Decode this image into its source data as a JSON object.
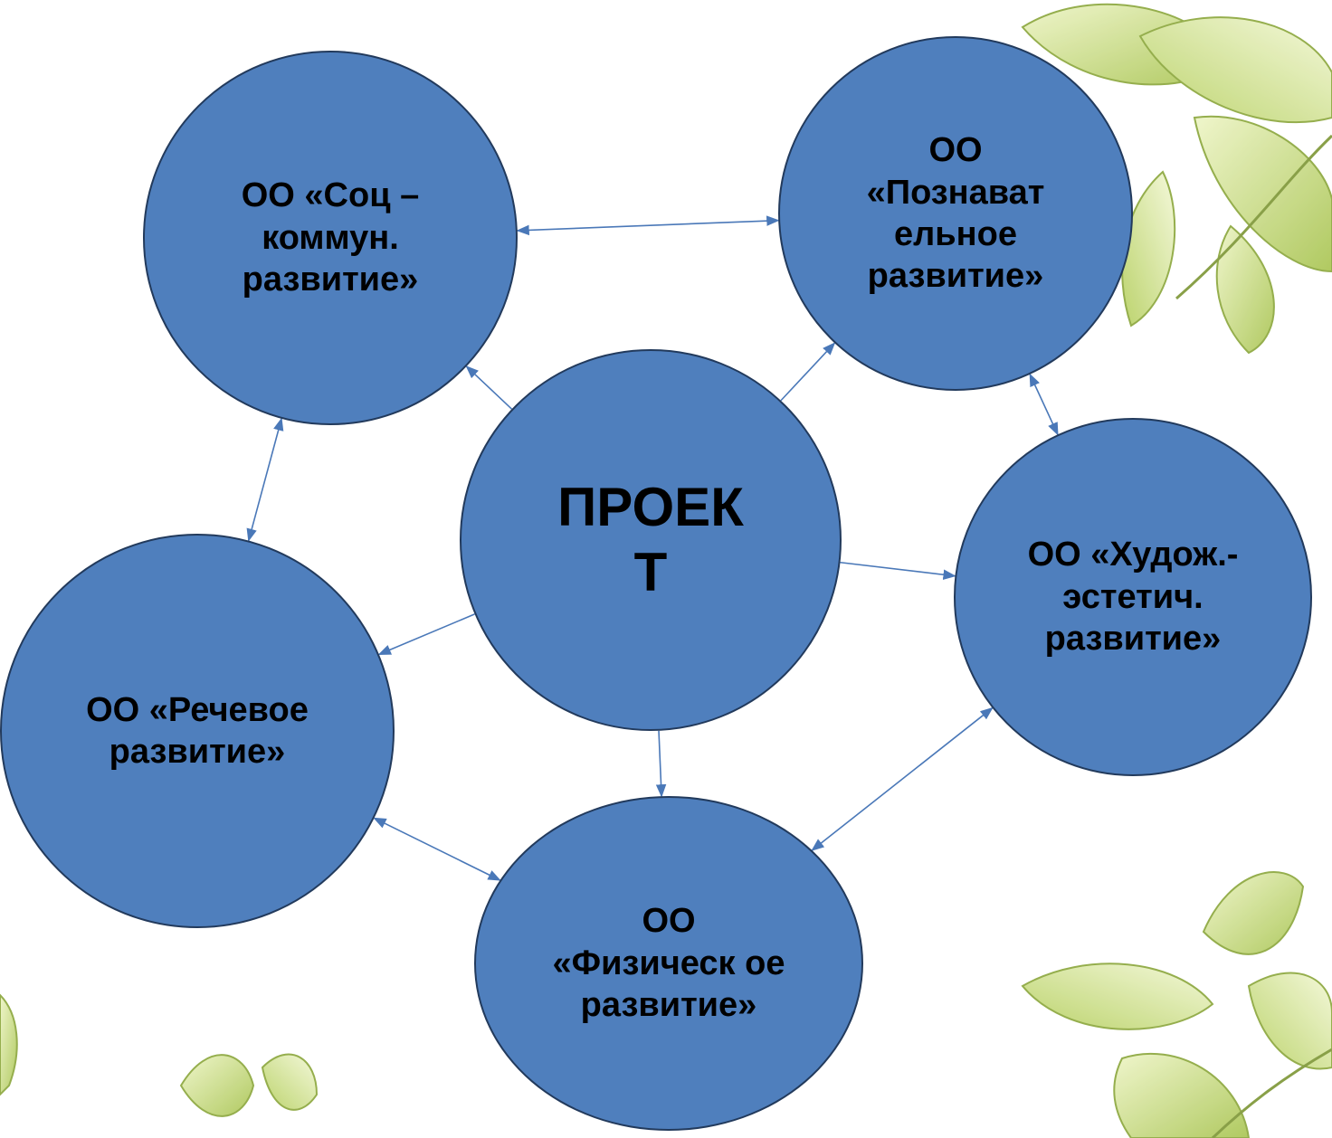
{
  "diagram": {
    "center": {
      "label": "ПРОЕК Т"
    },
    "nodes": {
      "social": "ОО «Соц – коммун. развитие»",
      "cognitive": "ОО «Познават ельное развитие»",
      "art": "ОО «Худож.- эстетич. развитие»",
      "speech": "ОО «Речевое развитие»",
      "physical": "ОО «Физическ ое развитие»"
    },
    "edges": [
      {
        "from": "center",
        "to": "social",
        "arrows": "to"
      },
      {
        "from": "center",
        "to": "cognitive",
        "arrows": "to"
      },
      {
        "from": "center",
        "to": "art",
        "arrows": "to"
      },
      {
        "from": "center",
        "to": "speech",
        "arrows": "to"
      },
      {
        "from": "center",
        "to": "physical",
        "arrows": "to"
      },
      {
        "from": "social",
        "to": "cognitive",
        "arrows": "both"
      },
      {
        "from": "cognitive",
        "to": "art",
        "arrows": "both"
      },
      {
        "from": "art",
        "to": "physical",
        "arrows": "both"
      },
      {
        "from": "physical",
        "to": "speech",
        "arrows": "both"
      },
      {
        "from": "speech",
        "to": "social",
        "arrows": "both"
      }
    ],
    "colors": {
      "node_fill": "#4f7fbd",
      "node_border": "#223a5c",
      "edge": "#4a78b8",
      "text": "#000000",
      "leaf_light": "#d9e7a0",
      "leaf_dark": "#9fbf4a"
    }
  }
}
